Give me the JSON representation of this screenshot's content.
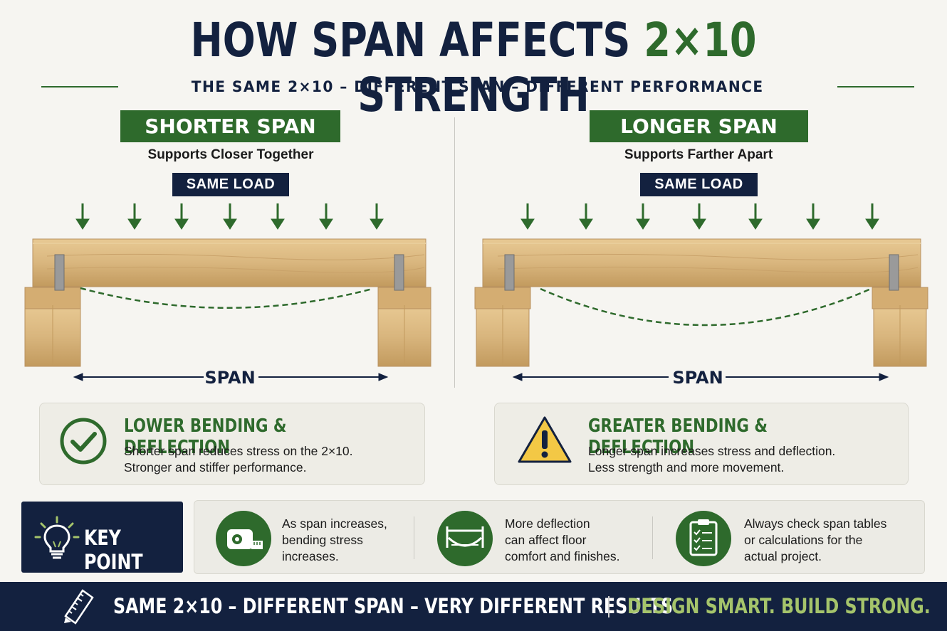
{
  "title": {
    "prefix": "HOW SPAN AFFECTS ",
    "accent": "2×10",
    "suffix": " STRENGTH"
  },
  "subtitle": "THE SAME 2×10 – DIFFERENT SPAN – DIFFERENT PERFORMANCE",
  "colors": {
    "navy": "#13213f",
    "green": "#2e6a2c",
    "wood": "#d9b67e",
    "warning": "#f3c845",
    "lime": "#a5c46b"
  },
  "panels": [
    {
      "header": "SHORTER SPAN",
      "sub": "Supports Closer Together",
      "load": "SAME LOAD",
      "span_label": "SPAN",
      "result": {
        "icon": "check-circle-icon",
        "title": "LOWER BENDING & DEFLECTION",
        "line1": "Shorter span reduces stress on the 2×10.",
        "line2": "Stronger and stiffer performance."
      }
    },
    {
      "header": "LONGER SPAN",
      "sub": "Supports Farther Apart",
      "load": "SAME LOAD",
      "span_label": "SPAN",
      "result": {
        "icon": "warning-triangle-icon",
        "title": "GREATER BENDING & DEFLECTION",
        "line1": "Longer span increases stress and deflection.",
        "line2": "Less strength and more movement."
      }
    }
  ],
  "key_point": {
    "icon": "lightbulb-icon",
    "label": "KEY POINT"
  },
  "tips": [
    {
      "icon": "tape-measure-icon",
      "text": "As span increases,\nbending stress\nincreases."
    },
    {
      "icon": "deflection-icon",
      "text": "More deflection\ncan affect floor\ncomfort and finishes."
    },
    {
      "icon": "clipboard-checklist-icon",
      "text": "Always check span tables\nor calculations for the\nactual project."
    }
  ],
  "footer": {
    "icon": "ruler-pencil-icon",
    "main": "SAME 2×10 – DIFFERENT SPAN – VERY DIFFERENT RESULTS",
    "tagline": "DESIGN SMART. BUILD STRONG."
  }
}
